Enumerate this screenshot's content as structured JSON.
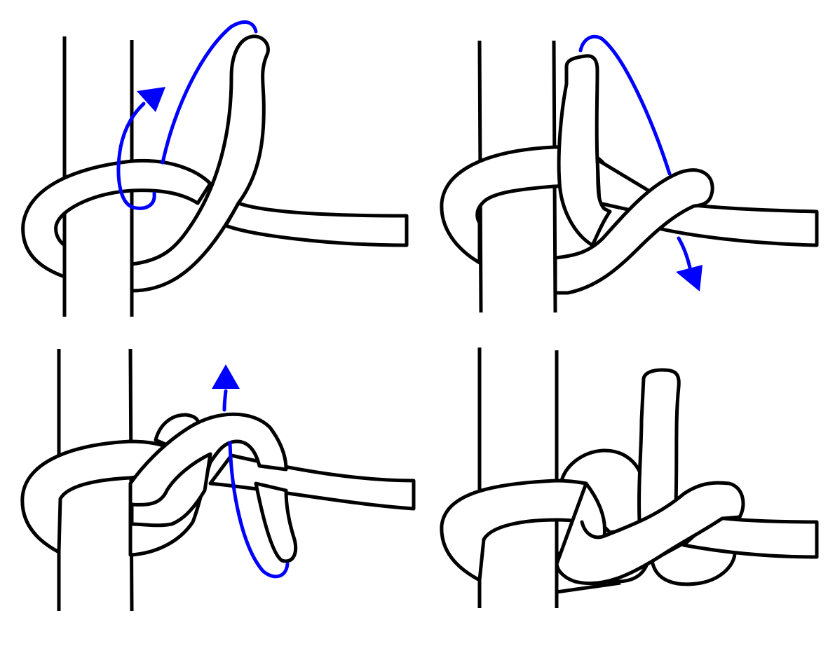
{
  "colors": {
    "background": "#ffffff",
    "rope_outline": "#000000",
    "guide_arrow": "#0000ff"
  },
  "panels": [
    {
      "id": "step-1",
      "position": "top-left",
      "direction_arrow": "up"
    },
    {
      "id": "step-2",
      "position": "top-right",
      "direction_arrow": "down"
    },
    {
      "id": "step-3",
      "position": "bottom-left",
      "direction_arrow": "up"
    },
    {
      "id": "step-4",
      "position": "bottom-right",
      "direction_arrow": "none"
    }
  ]
}
